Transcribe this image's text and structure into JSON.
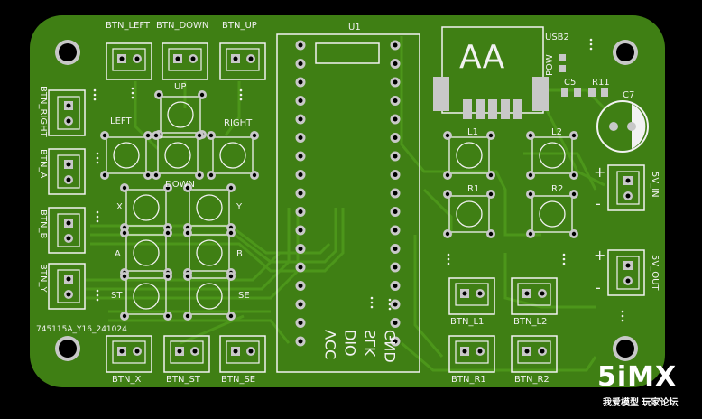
{
  "board": {
    "silkscreen": {
      "u1": "U1",
      "usb2": "USB2",
      "pow": "POW",
      "c5": "C5",
      "r11": "R11",
      "c7": "C7",
      "up": "UP",
      "left": "LEFT",
      "right": "RIGHT",
      "down": "DOWN",
      "x": "X",
      "y": "Y",
      "a": "A",
      "b": "B",
      "st": "ST",
      "se": "SE",
      "l1": "L1",
      "l2": "L2",
      "r1": "R1",
      "r2": "R2",
      "plus_in": "+",
      "minus_in": "-",
      "plus_out": "+",
      "minus_out": "-",
      "version": "745115A_Y16_241024",
      "gnd": "GND",
      "slk": "SLK",
      "dio": "DIO",
      "vcc": "VCC",
      "aa": "AA"
    },
    "connectors": {
      "btn_left": "BTN_LEFT",
      "btn_down": "BTN_DOWN",
      "btn_up": "BTN_UP",
      "btn_right": "BTN_RIGHT",
      "btn_a": "BTN_A",
      "btn_b": "BTN_B",
      "btn_y": "BTN_Y",
      "btn_x": "BTN_X",
      "btn_st": "BTN_ST",
      "btn_se": "BTN_SE",
      "btn_l1": "BTN_L1",
      "btn_l2": "BTN_L2",
      "btn_r1": "BTN_R1",
      "btn_r2": "BTN_R2",
      "v5_in": "5V_IN",
      "v5_out": "5V_OUT"
    }
  },
  "watermark": {
    "brand": "5iMX",
    "tagline": "我爱模型 玩家论坛"
  },
  "colors": {
    "board": "#3f7f14",
    "trace": "#4a9418",
    "silk": "#f2f2f2",
    "pad": "#c8c8c8",
    "hole": "#000000"
  }
}
